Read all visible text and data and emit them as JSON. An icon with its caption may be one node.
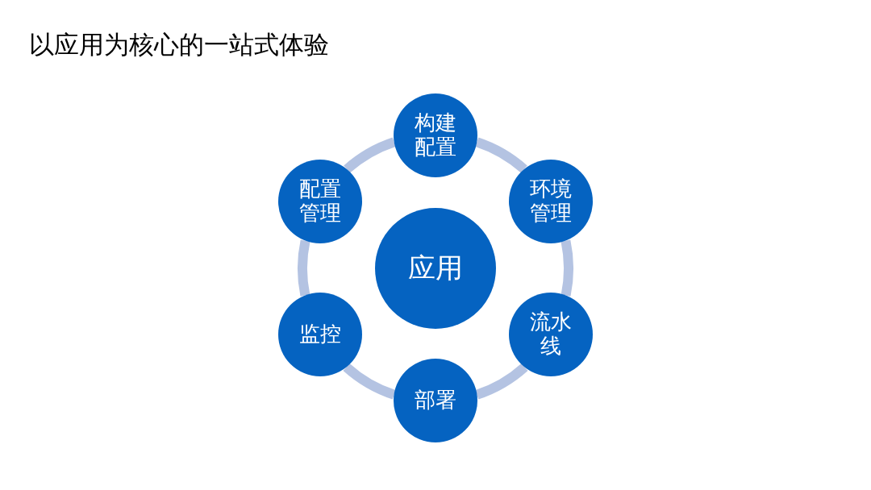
{
  "diagram": {
    "title": "以应用为核心的一站式体验",
    "nodes": [
      {
        "text": [
          "应用"
        ]
      },
      {
        "text": [
          "构建配置"
        ]
      },
      {
        "text": [
          "环境管理"
        ]
      },
      {
        "text": [
          "流水线"
        ]
      },
      {
        "text": [
          "部署"
        ]
      },
      {
        "text": [
          "监控"
        ]
      },
      {
        "text": [
          "配置管理"
        ]
      }
    ],
    "edges": [
      {
        "from": 1,
        "to": 2,
        "arrow": "none"
      },
      {
        "from": 2,
        "to": 3,
        "arrow": "none"
      },
      {
        "from": 3,
        "to": 4,
        "arrow": "none"
      },
      {
        "from": 4,
        "to": 5,
        "arrow": "none"
      },
      {
        "from": 5,
        "to": 6,
        "arrow": "none"
      },
      {
        "from": 6,
        "to": 1,
        "arrow": "none"
      }
    ]
  }
}
